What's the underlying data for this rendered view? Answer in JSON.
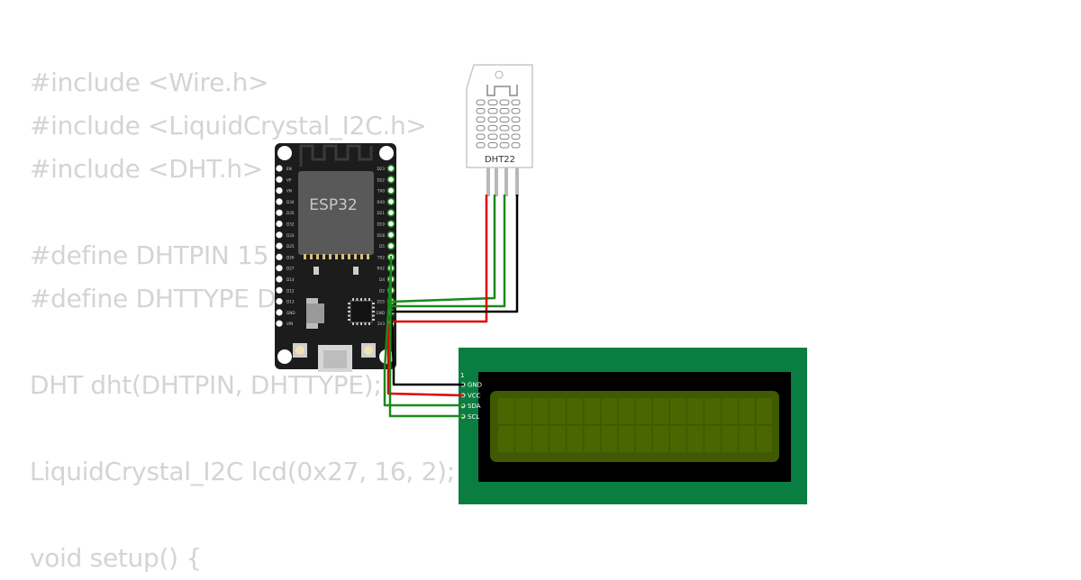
{
  "code_lines": [
    "#include <Wire.h>",
    "#include <LiquidCrystal_I2C.h>",
    "#include <DHT.h>",
    "",
    "#define DHTPIN 15",
    "#define DHTTYPE DHT22",
    "",
    "DHT dht(DHTPIN, DHTTYPE);",
    "",
    "LiquidCrystal_I2C lcd(0x27, 16, 2);",
    "",
    "void setup() {"
  ],
  "esp32": {
    "label": "ESP32",
    "left_pins": [
      "EN",
      "VP",
      "VN",
      "D34",
      "D35",
      "D32",
      "D33",
      "D25",
      "D26",
      "D27",
      "D14",
      "D12",
      "D13",
      "GND",
      "VIN"
    ],
    "right_pins": [
      "D23",
      "D22",
      "TX0",
      "RX0",
      "D21",
      "D19",
      "D18",
      "D5",
      "TX2",
      "RX2",
      "D4",
      "D2",
      "D15",
      "GND",
      "3V3"
    ]
  },
  "dht22": {
    "label": "DHT22"
  },
  "lcd": {
    "pin_one_marker": "1",
    "pins": [
      "GND",
      "VCC",
      "SDA",
      "SCL"
    ]
  },
  "colors": {
    "wire_green": "#1a8a1a",
    "wire_red": "#e00000",
    "wire_black": "#000000",
    "board": "#1c1c1c",
    "lcd_pcb": "#0a7d41",
    "lcd_screen": "#3f5a00"
  }
}
